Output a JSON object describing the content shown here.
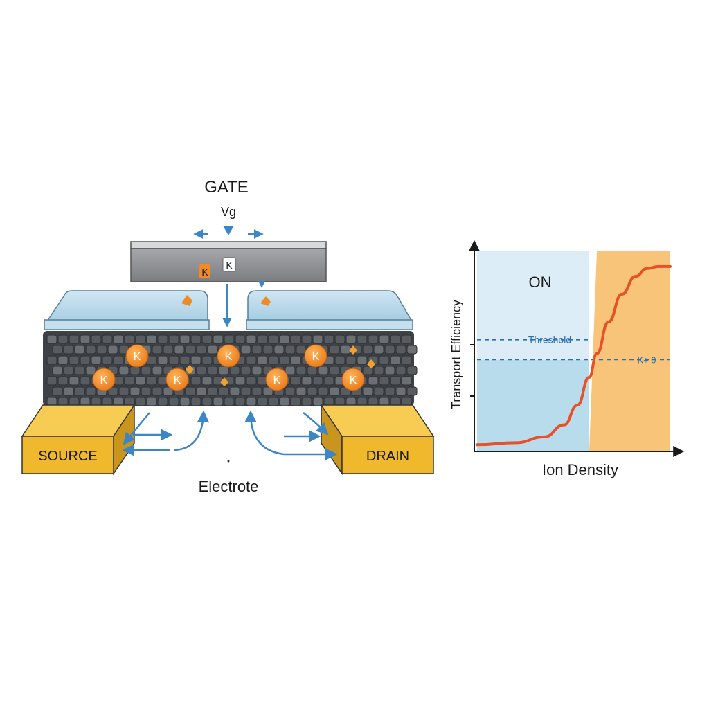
{
  "device": {
    "gate_label": "GATE",
    "gate_voltage_label": "Vg",
    "source_label": "SOURCE",
    "drain_label": "DRAIN",
    "electrolyte_label": "Electrote",
    "ion_symbol": "K",
    "gate_ion_labels": [
      "K",
      "K"
    ]
  },
  "colors": {
    "gate": "#8e9094",
    "electrode": "#f0b92d",
    "ion": "#f08a24",
    "channel": "#5a5f64",
    "arrow": "#3d86c6",
    "on_region": "#d4ebf6",
    "threshold_region": "#f7c47a",
    "curve": "#e8502a"
  },
  "chart_data": {
    "type": "line",
    "title": "",
    "xlabel": "Ion Density",
    "ylabel": "Transport Efficiency",
    "region_label": "ON",
    "threshold_label": "Threshold",
    "secondary_label": "K+ 0",
    "curve": {
      "x": [
        0,
        0.2,
        0.35,
        0.45,
        0.52,
        0.58,
        0.62,
        0.68,
        0.75,
        0.82,
        0.88,
        0.94,
        1.0
      ],
      "y": [
        0.02,
        0.03,
        0.06,
        0.12,
        0.22,
        0.36,
        0.48,
        0.64,
        0.78,
        0.87,
        0.91,
        0.92,
        0.92
      ]
    },
    "threshold_x": 0.58,
    "threshold_y": 0.55,
    "secondary_y": 0.45,
    "xlim": [
      0,
      1
    ],
    "ylim": [
      0,
      1
    ],
    "grid": false,
    "legend": "none"
  }
}
